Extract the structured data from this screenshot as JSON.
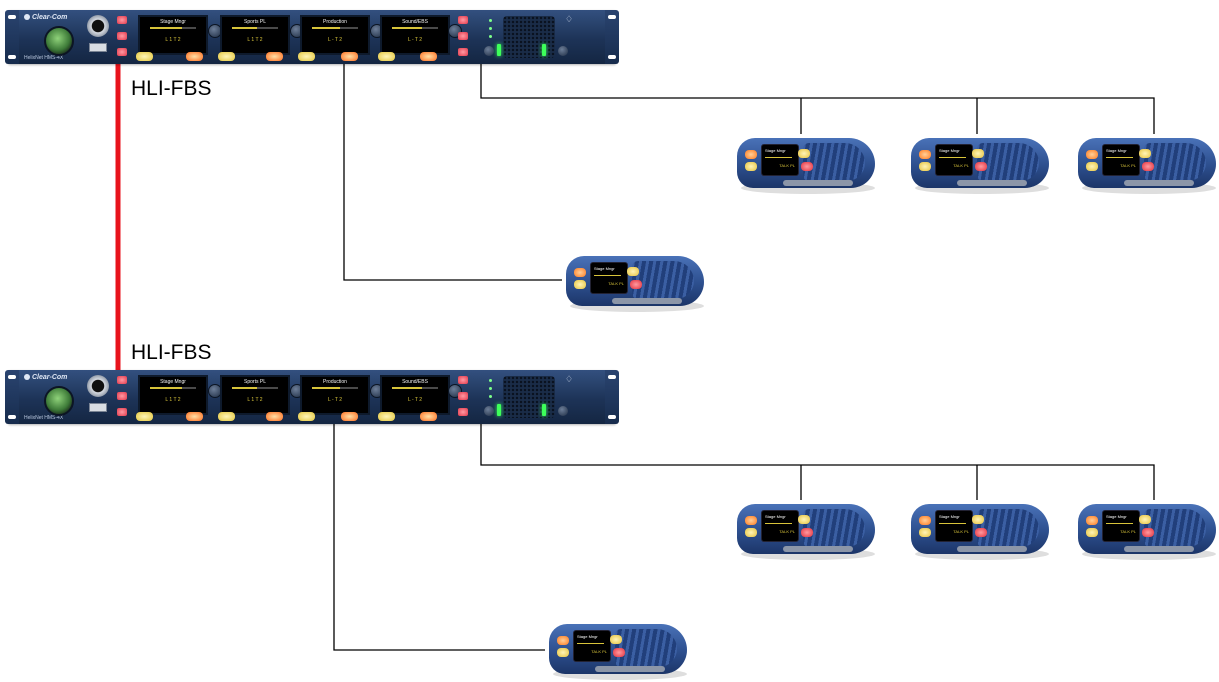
{
  "labels": {
    "top_link": "HLI-FBS",
    "bottom_link": "HLI-FBS"
  },
  "colors": {
    "link_line": "#e8131c",
    "wire": "#000000",
    "rack_body": "#1d3357",
    "screen_text_accent": "#d8c43a",
    "beltpack_body": "#2d4f8e"
  },
  "base_stations": [
    {
      "name": "base-station-top",
      "brand": "Clear-Com",
      "model": "HelixNet HMS-4X",
      "channels": [
        {
          "title": "Stage Mngr",
          "sub": "L  1  T  2"
        },
        {
          "title": "Sports PL",
          "sub": "L  1  T  2"
        },
        {
          "title": "Production",
          "sub": "L  -  T  2"
        },
        {
          "title": "Sound/EBS",
          "sub": "L  -  T  2"
        }
      ]
    },
    {
      "name": "base-station-bottom",
      "brand": "Clear-Com",
      "model": "HelixNet HMS-4X",
      "channels": [
        {
          "title": "Stage Mngr",
          "sub": "L  1  T  2"
        },
        {
          "title": "Sports PL",
          "sub": "L  1  T  2"
        },
        {
          "title": "Production",
          "sub": "L  -  T  2"
        },
        {
          "title": "Sound/EBS",
          "sub": "L  -  T  2"
        }
      ]
    }
  ],
  "beltpacks": {
    "screen_title": "Stage Mngr",
    "screen_sub": "TALK PL",
    "count": 8
  },
  "icons": {
    "brand": "clear-com-logo-icon",
    "xlr": "xlr-connector-icon",
    "headset_jack": "headset-jack-icon",
    "usb": "usb-port-icon",
    "speaker": "speaker-grille-icon"
  }
}
